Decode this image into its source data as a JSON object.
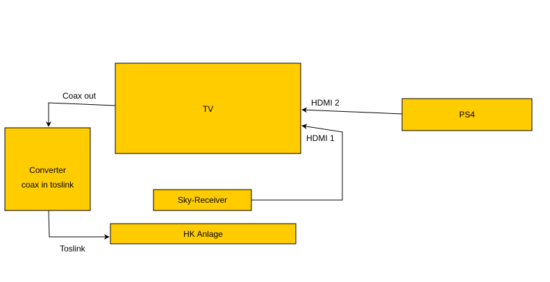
{
  "colors": {
    "node_fill": "#ffcc00",
    "node_stroke": "#000000",
    "edge": "#000000"
  },
  "nodes": {
    "tv": {
      "label": "TV"
    },
    "ps4": {
      "label": "PS4"
    },
    "converter": {
      "line1": "Converter",
      "line2": "coax in toslink"
    },
    "sky": {
      "label": "Sky-Receiver"
    },
    "hk": {
      "label": "HK Anlage"
    }
  },
  "edges": {
    "coax": {
      "label": "Coax out"
    },
    "hdmi2": {
      "label": "HDMI 2"
    },
    "hdmi1": {
      "label": "HDMI 1"
    },
    "toslink": {
      "label": "Toslink"
    }
  }
}
